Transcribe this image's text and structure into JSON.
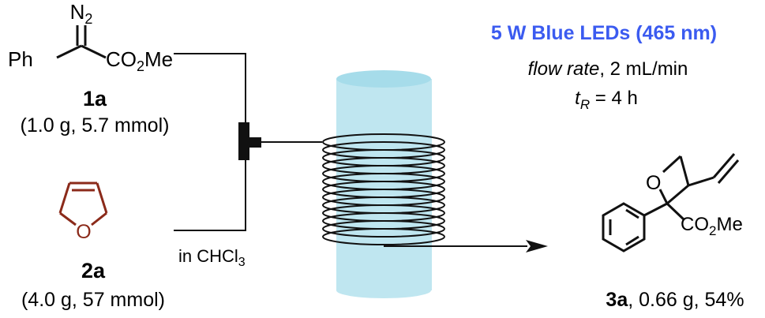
{
  "reagent_1a": {
    "top_group": "N",
    "top_sub": "2",
    "left_group": "Ph",
    "right_group_a": "CO",
    "right_group_sub": "2",
    "right_group_b": "Me",
    "label": "1a",
    "amount": "(1.0 g, 5.7 mmol)"
  },
  "reagent_2a": {
    "ring_atom": "O",
    "label": "2a",
    "amount": "(4.0 g, 57 mmol)"
  },
  "solvent": {
    "prefix": "in CHCl",
    "sub": "3"
  },
  "conditions": {
    "light": "5 W Blue LEDs (465 nm)",
    "flow_label": "flow rate",
    "flow_value": ", 2 mL/min",
    "time_t": "t",
    "time_sub": "R",
    "time_value": " = 4 h"
  },
  "product_3a": {
    "ring_atom": "O",
    "ester_a": "CO",
    "ester_sub": "2",
    "ester_b": "Me",
    "label": "3a",
    "yield": ", 0.66 g, 54%"
  },
  "colors": {
    "text": "#111111",
    "ring_bond": "#8b2a1a",
    "led_text": "#3b5bf0",
    "reactor_fill": "#bfe6f0",
    "reactor_top": "#a6dcea"
  }
}
